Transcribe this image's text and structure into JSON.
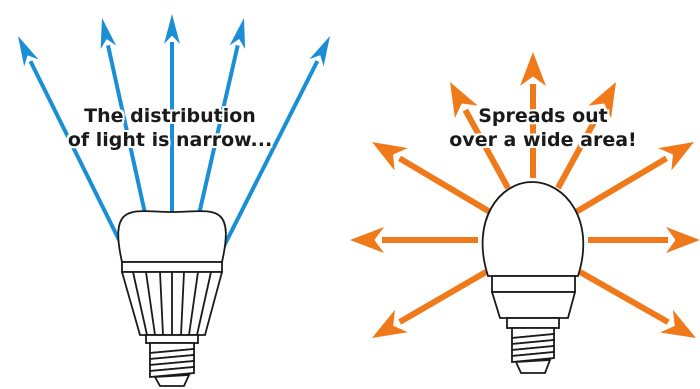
{
  "left_panel": {
    "caption_line1": "The distribution",
    "caption_line2": "of light is narrow...",
    "arrow_color": "#1a8fd6",
    "bulb_type": "led-bulb"
  },
  "right_panel": {
    "caption_line1": "Spreads out",
    "caption_line2": "over a wide area!",
    "arrow_color": "#f07a1a",
    "bulb_type": "compact-fluorescent-bulb"
  }
}
